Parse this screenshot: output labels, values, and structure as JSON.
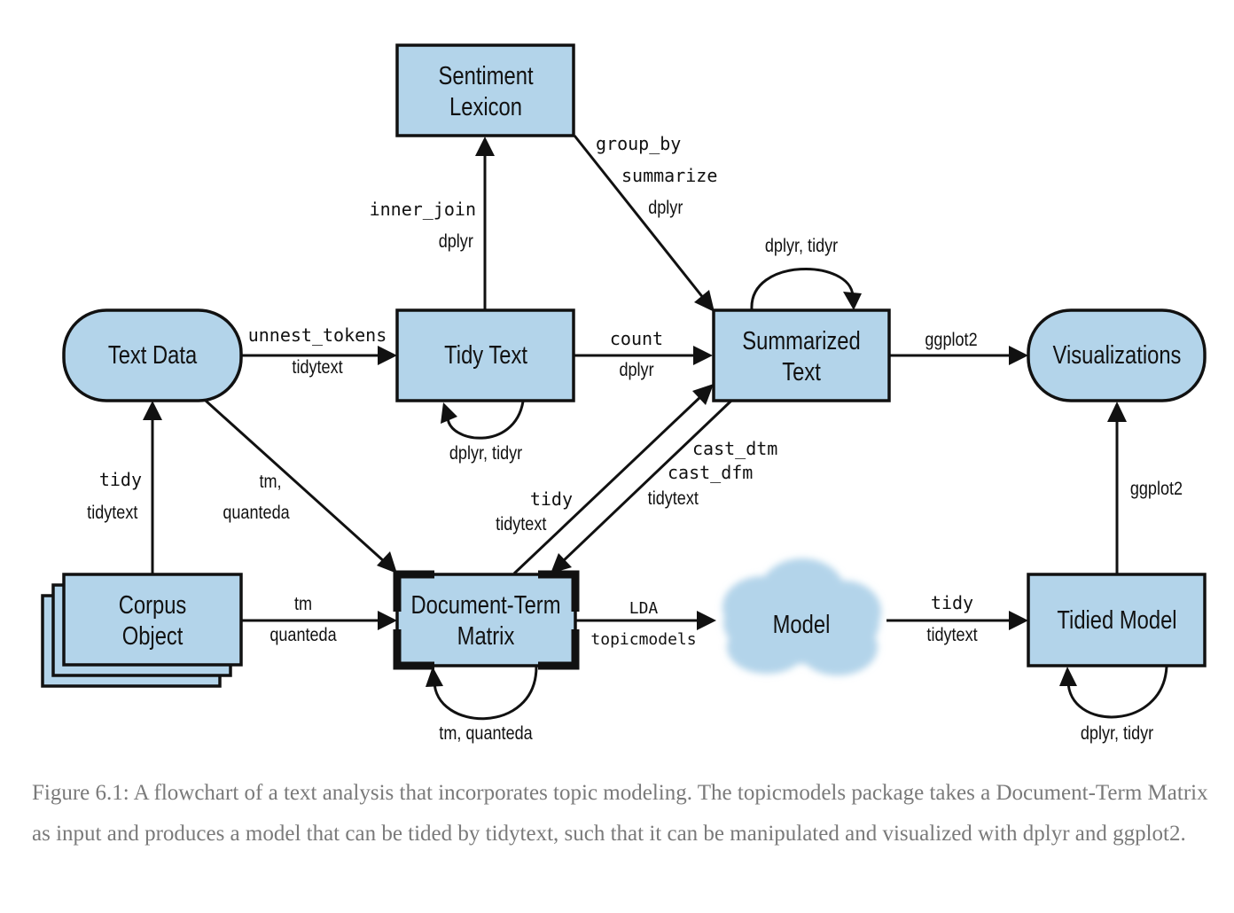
{
  "nodes": {
    "sentiment_lexicon": [
      "Sentiment",
      "Lexicon"
    ],
    "text_data": "Text Data",
    "tidy_text": "Tidy Text",
    "summarized_text": [
      "Summarized",
      "Text"
    ],
    "visualizations": "Visualizations",
    "corpus_object": [
      "Corpus",
      "Object"
    ],
    "document_term_matrix": [
      "Document-Term",
      "Matrix"
    ],
    "model": "Model",
    "tidied_model": "Tidied Model"
  },
  "edges": {
    "text_to_tidy": {
      "func": "unnest_tokens",
      "pkg": "tidytext"
    },
    "tidy_to_lexicon": {
      "func": "inner_join",
      "pkg": "dplyr"
    },
    "lexicon_to_summarized": {
      "func1": "group_by",
      "func2": "summarize",
      "pkg": "dplyr"
    },
    "tidy_to_summarized": {
      "func": "count",
      "pkg": "dplyr"
    },
    "summarized_loop": {
      "pkg": "dplyr, tidyr"
    },
    "tidy_loop": {
      "pkg": "dplyr, tidyr"
    },
    "summarized_to_viz": {
      "pkg": "ggplot2"
    },
    "corpus_to_text": {
      "func": "tidy",
      "pkg": "tidytext"
    },
    "text_to_dtm": {
      "pkg1": "tm,",
      "pkg2": "quanteda"
    },
    "dtm_to_summarized": {
      "func": "tidy",
      "pkg": "tidytext"
    },
    "summarized_to_dtm": {
      "func1": "cast_dtm",
      "func2": "cast_dfm",
      "pkg": "tidytext"
    },
    "corpus_to_dtm": {
      "pkg1": "tm",
      "pkg2": "quanteda"
    },
    "dtm_loop": {
      "pkg": "tm, quanteda"
    },
    "dtm_to_model": {
      "func": "LDA",
      "pkg": "topicmodels"
    },
    "model_to_tidied": {
      "func": "tidy",
      "pkg": "tidytext"
    },
    "tidied_to_viz": {
      "pkg": "ggplot2"
    },
    "tidied_loop": {
      "pkg": "dplyr, tidyr"
    }
  },
  "colors": {
    "node_fill": "#b3d4ea",
    "stroke": "#111111",
    "cloud": "#b3d4ea",
    "caption": "#7a7a7a"
  },
  "caption": "Figure 6.1: A flowchart of a text analysis that incorporates topic modeling. The topicmodels package takes a Document-Term Matrix as input and produces a model that can be tided by tidytext, such that it can be manipulated and visualized with dplyr and ggplot2."
}
